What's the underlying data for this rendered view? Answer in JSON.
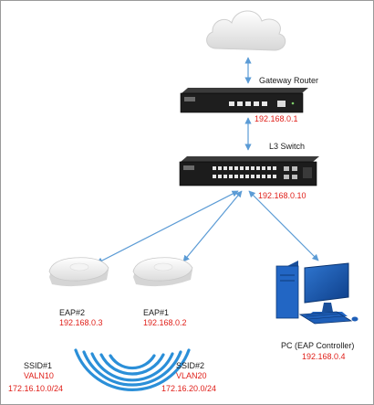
{
  "colors": {
    "label": "#1a1a1a",
    "ip": "#e0201a",
    "link": "#5b9bd5",
    "wifi": "#2b8fd8",
    "pc": "#1f5fb8"
  },
  "icons": [
    "cloud-icon",
    "router-icon",
    "switch-icon",
    "access-point-icon",
    "access-point-icon",
    "wifi-waves-icon",
    "pc-icon"
  ],
  "gateway": {
    "label": "Gateway Router",
    "ip": "192.168.0.1"
  },
  "switch": {
    "label": "L3 Switch",
    "ip": "192.168.0.10"
  },
  "eap2": {
    "label": "EAP#2",
    "ip": "192.168.0.3"
  },
  "eap1": {
    "label": "EAP#1",
    "ip": "192.168.0.2"
  },
  "pc": {
    "label": "PC (EAP Controller)",
    "ip": "192.168.0.4"
  },
  "ssid1": {
    "label": "SSID#1",
    "vlan": "VALN10",
    "subnet": "172.16.10.0/24"
  },
  "ssid2": {
    "label": "SSID#2",
    "vlan": "VLAN20",
    "subnet": "172.16.20.0/24"
  }
}
